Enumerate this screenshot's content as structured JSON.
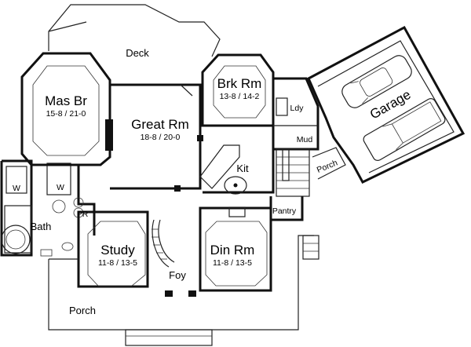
{
  "rooms": {
    "deck": {
      "name": "Deck"
    },
    "mas_br": {
      "name": "Mas  Br",
      "dims": "15-8 / 21-0"
    },
    "great_rm": {
      "name": "Great Rm",
      "dims": "18-8 / 20-0"
    },
    "brk_rm": {
      "name": "Brk Rm",
      "dims": "13-8 / 14-2"
    },
    "garage": {
      "name": "Garage"
    },
    "ldy": {
      "name": "Ldy"
    },
    "mud": {
      "name": "Mud"
    },
    "porch_side": {
      "name": "Porch"
    },
    "kit": {
      "name": "Kit"
    },
    "pantry": {
      "name": "Pantry"
    },
    "w1": {
      "name": "W"
    },
    "w2": {
      "name": "W"
    },
    "pr": {
      "name": "PR"
    },
    "bath": {
      "name": "Bath"
    },
    "study": {
      "name": "Study",
      "dims": "11-8 / 13-5"
    },
    "foy": {
      "name": "Foy"
    },
    "din_rm": {
      "name": "Din Rm",
      "dims": "11-8 / 13-5"
    },
    "porch_front": {
      "name": "Porch"
    }
  }
}
